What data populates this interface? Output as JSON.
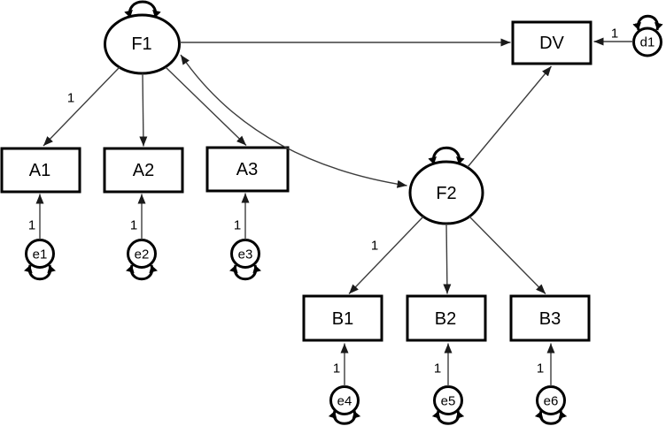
{
  "figure": {
    "type": "structural-equation-model-path-diagram",
    "background": "#ffffff",
    "colors": {
      "shape_stroke": "#000000",
      "line_stroke": "#3d3d3d",
      "text": "#000000"
    },
    "nodes": {
      "F1": {
        "label": "F1",
        "shape": "ellipse",
        "role": "latent-factor",
        "variance_loop": "top"
      },
      "F2": {
        "label": "F2",
        "shape": "ellipse",
        "role": "latent-factor",
        "variance_loop": "top"
      },
      "DV": {
        "label": "DV",
        "shape": "rect",
        "role": "dependent-variable",
        "variance_loop": "none"
      },
      "A1": {
        "label": "A1",
        "shape": "rect",
        "role": "indicator",
        "variance_loop": "none"
      },
      "A2": {
        "label": "A2",
        "shape": "rect",
        "role": "indicator",
        "variance_loop": "none"
      },
      "A3": {
        "label": "A3",
        "shape": "rect",
        "role": "indicator",
        "variance_loop": "none"
      },
      "B1": {
        "label": "B1",
        "shape": "rect",
        "role": "indicator",
        "variance_loop": "none"
      },
      "B2": {
        "label": "B2",
        "shape": "rect",
        "role": "indicator",
        "variance_loop": "none"
      },
      "B3": {
        "label": "B3",
        "shape": "rect",
        "role": "indicator",
        "variance_loop": "none"
      },
      "e1": {
        "label": "e1",
        "shape": "circle",
        "role": "error-term",
        "variance_loop": "bottom"
      },
      "e2": {
        "label": "e2",
        "shape": "circle",
        "role": "error-term",
        "variance_loop": "bottom"
      },
      "e3": {
        "label": "e3",
        "shape": "circle",
        "role": "error-term",
        "variance_loop": "bottom"
      },
      "e4": {
        "label": "e4",
        "shape": "circle",
        "role": "error-term",
        "variance_loop": "bottom"
      },
      "e5": {
        "label": "e5",
        "shape": "circle",
        "role": "error-term",
        "variance_loop": "bottom"
      },
      "e6": {
        "label": "e6",
        "shape": "circle",
        "role": "error-term",
        "variance_loop": "bottom"
      },
      "d1": {
        "label": "d1",
        "shape": "circle",
        "role": "disturbance-term",
        "variance_loop": "top"
      }
    },
    "edges": [
      {
        "from": "F1",
        "to": "A1",
        "type": "directed",
        "label": "1"
      },
      {
        "from": "F1",
        "to": "A2",
        "type": "directed",
        "label": ""
      },
      {
        "from": "F1",
        "to": "A3",
        "type": "directed",
        "label": ""
      },
      {
        "from": "F1",
        "to": "DV",
        "type": "directed",
        "label": ""
      },
      {
        "from": "F1",
        "to": "F2",
        "type": "covariance-double-headed",
        "label": ""
      },
      {
        "from": "F2",
        "to": "B1",
        "type": "directed",
        "label": "1"
      },
      {
        "from": "F2",
        "to": "B2",
        "type": "directed",
        "label": ""
      },
      {
        "from": "F2",
        "to": "B3",
        "type": "directed",
        "label": ""
      },
      {
        "from": "F2",
        "to": "DV",
        "type": "directed",
        "label": ""
      },
      {
        "from": "d1",
        "to": "DV",
        "type": "directed",
        "label": "1"
      },
      {
        "from": "e1",
        "to": "A1",
        "type": "directed",
        "label": "1"
      },
      {
        "from": "e2",
        "to": "A2",
        "type": "directed",
        "label": "1"
      },
      {
        "from": "e3",
        "to": "A3",
        "type": "directed",
        "label": "1"
      },
      {
        "from": "e4",
        "to": "B1",
        "type": "directed",
        "label": "1"
      },
      {
        "from": "e5",
        "to": "B2",
        "type": "directed",
        "label": "1"
      },
      {
        "from": "e6",
        "to": "B3",
        "type": "directed",
        "label": "1"
      }
    ]
  }
}
